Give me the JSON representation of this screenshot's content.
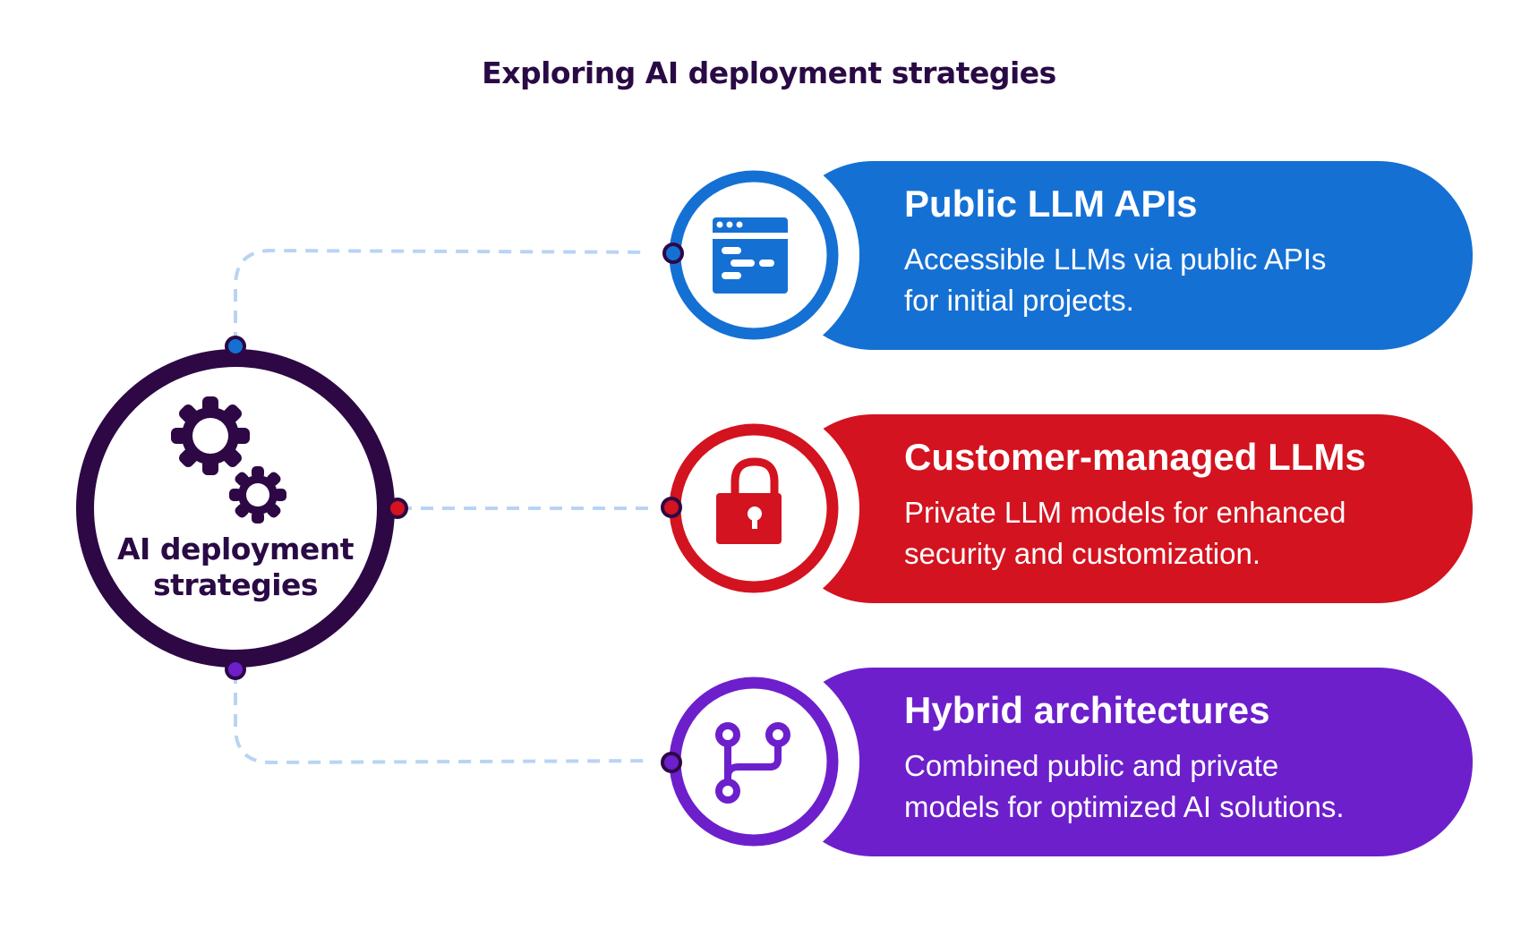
{
  "title": "Exploring AI deployment strategies",
  "center": {
    "label_line1": "AI deployment",
    "label_line2": "strategies",
    "icon": "gears-icon",
    "ring_color": "#2d0845"
  },
  "connector_color": "#b9d4f3",
  "strategies": [
    {
      "title": "Public LLM APIs",
      "desc_line1": "Accessible LLMs via public APIs",
      "desc_line2": "for initial projects.",
      "icon": "browser-code-icon",
      "color": "#1570d4"
    },
    {
      "title": "Customer-managed LLMs",
      "desc_line1": "Private LLM models for enhanced",
      "desc_line2": "security and customization.",
      "icon": "padlock-icon",
      "color": "#d3131f"
    },
    {
      "title": "Hybrid architectures",
      "desc_line1": "Combined public and private",
      "desc_line2": "models for optimized AI solutions.",
      "icon": "git-branch-icon",
      "color": "#6d1fcc"
    }
  ]
}
